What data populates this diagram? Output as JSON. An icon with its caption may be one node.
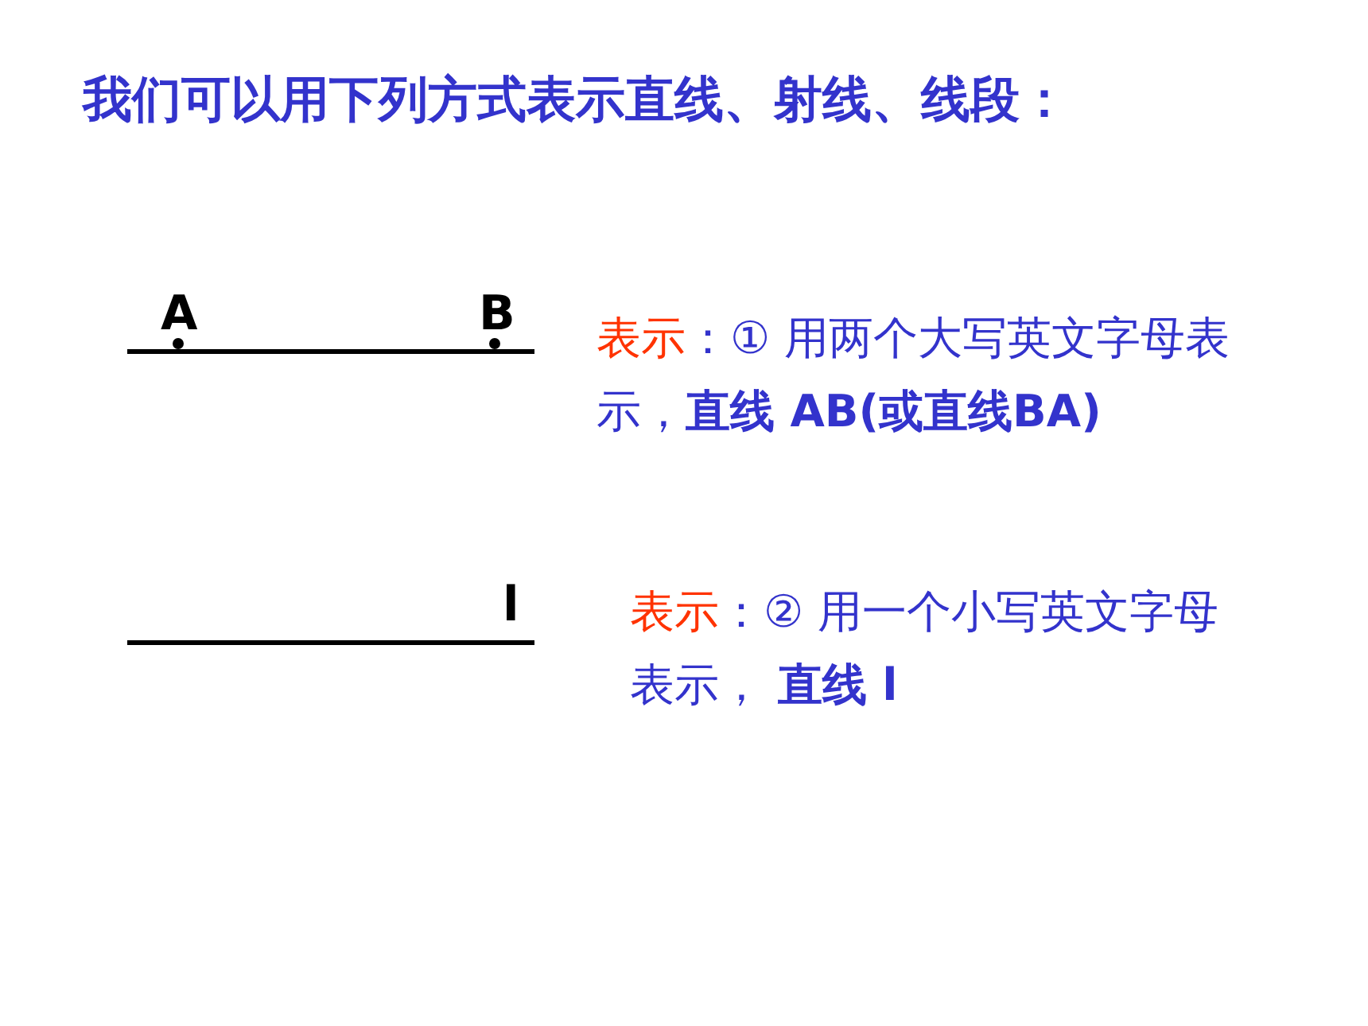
{
  "diagram": {
    "title": "我们可以用下列方式表示直线、射线、线段：",
    "labels": [
      "A",
      "B",
      "表示",
      "：① 用两个大写英文字母表示，**直线 AB(或直线BA)**",
      "l",
      "表示",
      "：② 用一个小写英文字母表示， **直线 l**"
    ]
  }
}
